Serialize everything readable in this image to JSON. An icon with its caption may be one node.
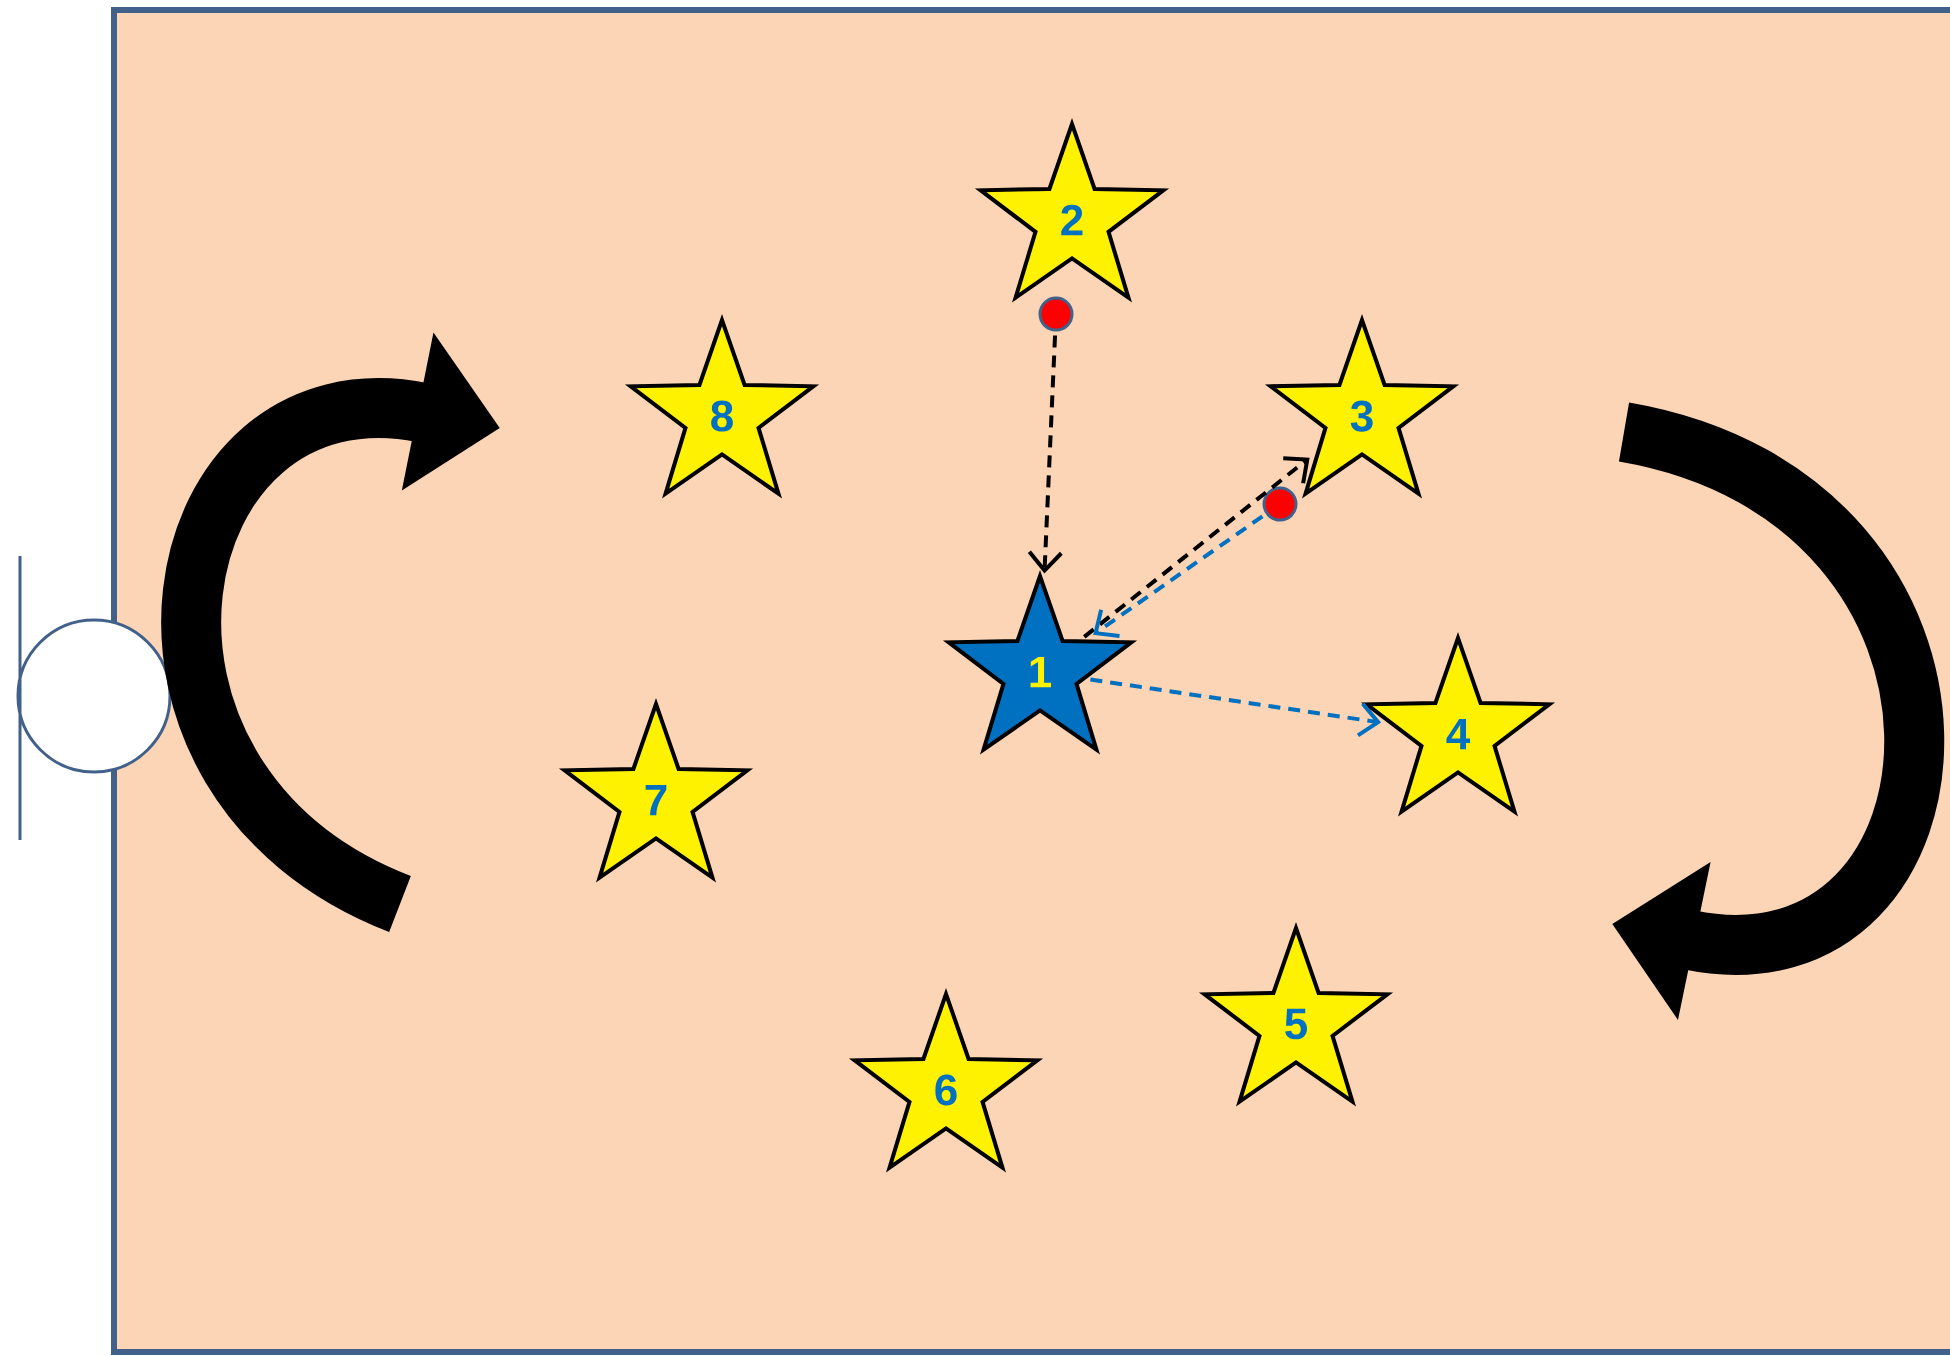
{
  "diagram": {
    "nodes": [
      {
        "text": [
          "2"
        ]
      },
      {
        "text": [],
        "shape": "circle"
      },
      {
        "text": [
          "8"
        ]
      },
      {
        "text": [
          "3"
        ]
      },
      {
        "text": [],
        "shape": "circle"
      },
      {
        "text": [
          "1"
        ]
      },
      {
        "text": [
          "4"
        ]
      },
      {
        "text": [
          "7"
        ]
      },
      {
        "text": [
          "5"
        ]
      },
      {
        "text": [
          "6"
        ]
      }
    ],
    "edges": [
      {
        "from": 1,
        "to": 5,
        "arrow": "to",
        "style": "dashed"
      },
      {
        "from": 5,
        "to": 3,
        "arrow": "to",
        "style": "dashed"
      },
      {
        "from": 4,
        "to": 5,
        "arrow": "to",
        "style": "dashed",
        "color": "#0070c0"
      },
      {
        "from": 5,
        "to": 6,
        "arrow": "to",
        "style": "dashed",
        "color": "#0070c0"
      }
    ]
  }
}
